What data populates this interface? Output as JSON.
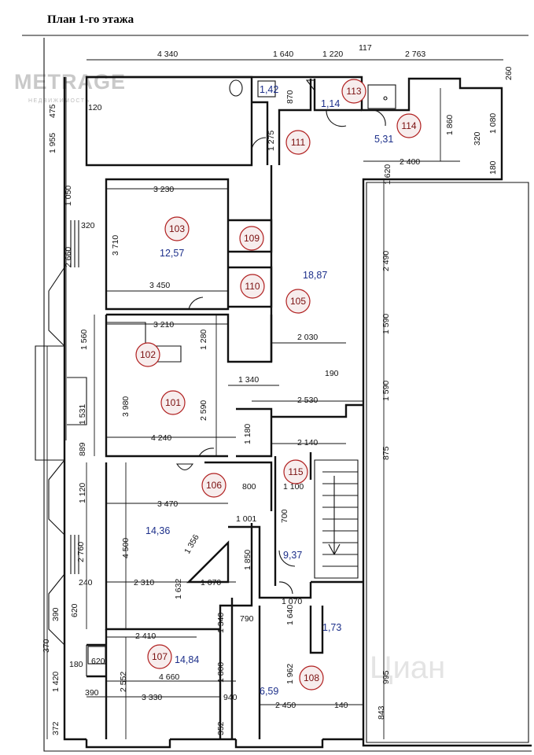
{
  "title": "План 1-го этажа",
  "watermark": {
    "brand": "METRAGE",
    "tagline": "НЕДВИЖИМОСТЬ",
    "secondary": "Циан"
  },
  "colors": {
    "wall": "#111111",
    "room_circle": "#b01f1f",
    "area_text": "#1c2f8a",
    "circle_fill": "#f7eded"
  },
  "rooms": [
    {
      "id": "r101",
      "number": "101"
    },
    {
      "id": "r102",
      "number": "102"
    },
    {
      "id": "r103",
      "number": "103"
    },
    {
      "id": "r105",
      "number": "105"
    },
    {
      "id": "r106",
      "number": "106"
    },
    {
      "id": "r107",
      "number": "107"
    },
    {
      "id": "r108",
      "number": "108"
    },
    {
      "id": "r109",
      "number": "109"
    },
    {
      "id": "r110",
      "number": "110"
    },
    {
      "id": "r111",
      "number": "111"
    },
    {
      "id": "r113",
      "number": "113"
    },
    {
      "id": "r114",
      "number": "114"
    },
    {
      "id": "r115",
      "number": "115"
    }
  ],
  "areas": [
    {
      "id": "a103",
      "value": "12,57"
    },
    {
      "id": "a105",
      "value": "18,87"
    },
    {
      "id": "a106",
      "value": "14,36"
    },
    {
      "id": "a107",
      "value": "14,84"
    },
    {
      "id": "a108",
      "value": "1,73"
    },
    {
      "id": "a112",
      "value": "1,42"
    },
    {
      "id": "a113",
      "value": "1,14"
    },
    {
      "id": "a114",
      "value": "5,31"
    },
    {
      "id": "a115",
      "value": "9,37"
    },
    {
      "id": "a107b",
      "value": "6,59"
    }
  ],
  "dimensions": [
    {
      "id": "d1",
      "text": "4 340"
    },
    {
      "id": "d2",
      "text": "1 640"
    },
    {
      "id": "d3",
      "text": "1 220"
    },
    {
      "id": "d4",
      "text": "117"
    },
    {
      "id": "d5",
      "text": "2 763"
    },
    {
      "id": "d6",
      "text": "260"
    },
    {
      "id": "d7",
      "text": "870"
    },
    {
      "id": "d8",
      "text": "1 080"
    },
    {
      "id": "d9",
      "text": "1 860"
    },
    {
      "id": "d10",
      "text": "320"
    },
    {
      "id": "d11",
      "text": "1 275"
    },
    {
      "id": "d12",
      "text": "2 400"
    },
    {
      "id": "d13",
      "text": "180"
    },
    {
      "id": "d14",
      "text": "475"
    },
    {
      "id": "d15",
      "text": "1 955"
    },
    {
      "id": "d16",
      "text": "120"
    },
    {
      "id": "d17",
      "text": "1 050"
    },
    {
      "id": "d18",
      "text": "1 620"
    },
    {
      "id": "d19",
      "text": "3 230"
    },
    {
      "id": "d20",
      "text": "320"
    },
    {
      "id": "d21",
      "text": "3 710"
    },
    {
      "id": "d22",
      "text": "2 660"
    },
    {
      "id": "d23",
      "text": "2 490"
    },
    {
      "id": "d24",
      "text": "3 450"
    },
    {
      "id": "d25",
      "text": "3 210"
    },
    {
      "id": "d26",
      "text": "1 280"
    },
    {
      "id": "d27",
      "text": "1 560"
    },
    {
      "id": "d28",
      "text": "2 030"
    },
    {
      "id": "d29",
      "text": "1 590"
    },
    {
      "id": "d30",
      "text": "190"
    },
    {
      "id": "d31",
      "text": "1 340"
    },
    {
      "id": "d32",
      "text": "1 590"
    },
    {
      "id": "d33",
      "text": "3 980"
    },
    {
      "id": "d34",
      "text": "2 590"
    },
    {
      "id": "d35",
      "text": "1 531"
    },
    {
      "id": "d36",
      "text": "2 530"
    },
    {
      "id": "d37",
      "text": "1 180"
    },
    {
      "id": "d38",
      "text": "4 240"
    },
    {
      "id": "d39",
      "text": "2 140"
    },
    {
      "id": "d40",
      "text": "889"
    },
    {
      "id": "d41",
      "text": "875"
    },
    {
      "id": "d42",
      "text": "800"
    },
    {
      "id": "d43",
      "text": "1 100"
    },
    {
      "id": "d44",
      "text": "3 470"
    },
    {
      "id": "d45",
      "text": "1 120"
    },
    {
      "id": "d46",
      "text": "1 001"
    },
    {
      "id": "d47",
      "text": "700"
    },
    {
      "id": "d48",
      "text": "1 356"
    },
    {
      "id": "d49",
      "text": "4 500"
    },
    {
      "id": "d50",
      "text": "2 760"
    },
    {
      "id": "d51",
      "text": "1 850"
    },
    {
      "id": "d52",
      "text": "240"
    },
    {
      "id": "d53",
      "text": "2 310"
    },
    {
      "id": "d54",
      "text": "1 070"
    },
    {
      "id": "d55",
      "text": "1 632"
    },
    {
      "id": "d56",
      "text": "1 070"
    },
    {
      "id": "d57",
      "text": "390"
    },
    {
      "id": "d58",
      "text": "620"
    },
    {
      "id": "d59",
      "text": "790"
    },
    {
      "id": "d60",
      "text": "1 640"
    },
    {
      "id": "d61",
      "text": "1 340"
    },
    {
      "id": "d62",
      "text": "2 410"
    },
    {
      "id": "d63",
      "text": "370"
    },
    {
      "id": "d64",
      "text": "620"
    },
    {
      "id": "d65",
      "text": "1 420"
    },
    {
      "id": "d66",
      "text": "180"
    },
    {
      "id": "d67",
      "text": "2 552"
    },
    {
      "id": "d68",
      "text": "4 660"
    },
    {
      "id": "d69",
      "text": "1 962"
    },
    {
      "id": "d70",
      "text": "995"
    },
    {
      "id": "d71",
      "text": "1 800"
    },
    {
      "id": "d72",
      "text": "390"
    },
    {
      "id": "d73",
      "text": "3 330"
    },
    {
      "id": "d74",
      "text": "940"
    },
    {
      "id": "d75",
      "text": "2 450"
    },
    {
      "id": "d76",
      "text": "140"
    },
    {
      "id": "d77",
      "text": "843"
    },
    {
      "id": "d78",
      "text": "372"
    },
    {
      "id": "d79",
      "text": "352"
    }
  ]
}
